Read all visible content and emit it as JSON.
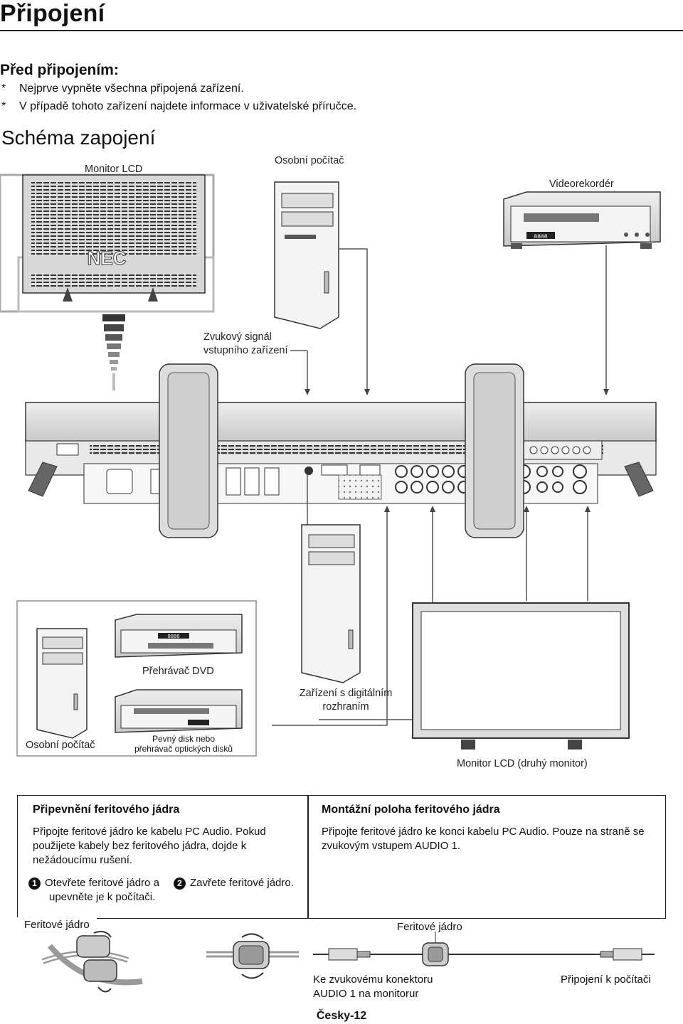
{
  "header": {
    "title": "Připojení"
  },
  "before": {
    "heading": "Před připojením:",
    "notes": [
      "Nejprve vypněte všechna připojená zařízení.",
      "V případě tohoto zařízení najdete informace v uživatelské příručce."
    ],
    "bullet": "*"
  },
  "schema": {
    "title": "Schéma zapojení",
    "labels": {
      "monitor_lcd": "Monitor LCD",
      "pc_top": "Osobní počítač",
      "vcr": "Videorekordér",
      "audio_input_line1": "Zvukový signál",
      "audio_input_line2": "vstupního zařízení",
      "dvd_player": "Přehrávač DVD",
      "digital_device_line1": "Zařízení s digitálním",
      "digital_device_line2": "rozhraním",
      "pc_bottom": "Osobní počítač",
      "hdd_line1": "Pevný disk nebo",
      "hdd_line2": "přehrávač optických disků",
      "monitor_second": "Monitor LCD (druhý monitor)"
    },
    "device_text": {
      "nec_logo": "NEC",
      "dvd_display": "8888",
      "vcr_display": "8888"
    }
  },
  "ferrite_attach": {
    "title": "Připevnění feritového jádra",
    "text": "Připojte feritové jádro ke kabelu PC Audio. Pokud použijete kabely bez feritového jádra, dojde k nežádoucímu rušení.",
    "step1_num": "1",
    "step1_line1": "Otevřete feritové jádro a",
    "step1_line2": "upevněte je k počítači.",
    "step2_num": "2",
    "step2": "Zavřete feritové jádro.",
    "core_label": "Feritové jádro"
  },
  "ferrite_position": {
    "title": "Montážní poloha feritového jádra",
    "text": "Připojte feritové jádro ke konci kabelu PC Audio. Pouze na straně se zvukovým vstupem AUDIO 1.",
    "core_label": "Feritové jádro",
    "to_monitor_line1": "Ke zvukovému konektoru",
    "to_monitor_line2": "AUDIO 1 na monitorur",
    "to_pc": "Připojení k počítači"
  },
  "footer": {
    "page": "Česky-12"
  }
}
